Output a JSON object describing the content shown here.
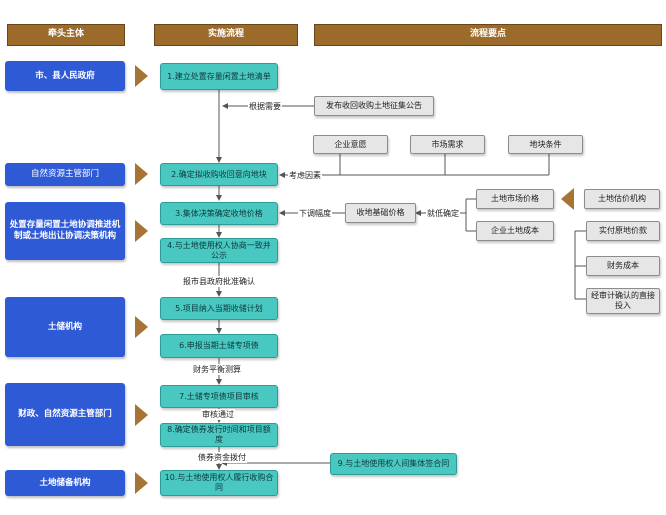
{
  "headers": {
    "lead": "牵头主体",
    "process": "实施流程",
    "key_points": "流程要点"
  },
  "orgs": {
    "city_gov": "市、县人民政府",
    "nat_res": "自然资源主管部门",
    "coord": "处置存量闲置土地协调推进机制或土地出让协调决策机构",
    "reserve": "土储机构",
    "finance": "财政、自然资源主管部门",
    "reserve2": "土地储备机构"
  },
  "steps": {
    "s1": "1.建立处置存量闲置土地清单",
    "s2": "2.确定拟收购收回意向地块",
    "s3": "3.集体决策确定收地价格",
    "s4": "4.与土地使用权人协商一致并公示",
    "s5": "5.项目纳入当期收储计划",
    "s6": "6.申报当期土储专项债",
    "s7": "7.土储专项债项目审核",
    "s8": "8.确定债券发行时间和项目额度",
    "s9": "9.与土地使用权人间集体签合同",
    "s10": "10.与土地使用权人履行收购合同"
  },
  "notes": {
    "announce": "发布收回收购土地征集公告",
    "willing": "企业意愿",
    "market": "市场需求",
    "land": "地块条件",
    "base_price": "收地基础价格",
    "land_market_price": "土地市场价格",
    "enterprise_cost": "企业土地成本",
    "appraisal": "土地估价机构",
    "paid_price": "实付原地价款",
    "fin_cost": "财务成本",
    "audit_invest": "经审计确认的直接投入"
  },
  "labels": {
    "as_needed": "根据需要",
    "consider": "考虑因素",
    "lower": "下调幅度",
    "whichever": "就低确定",
    "report": "报市县政府批准确认",
    "balance": "财务平衡测算",
    "approved": "审核通过",
    "funds": "债券资金拨付"
  }
}
